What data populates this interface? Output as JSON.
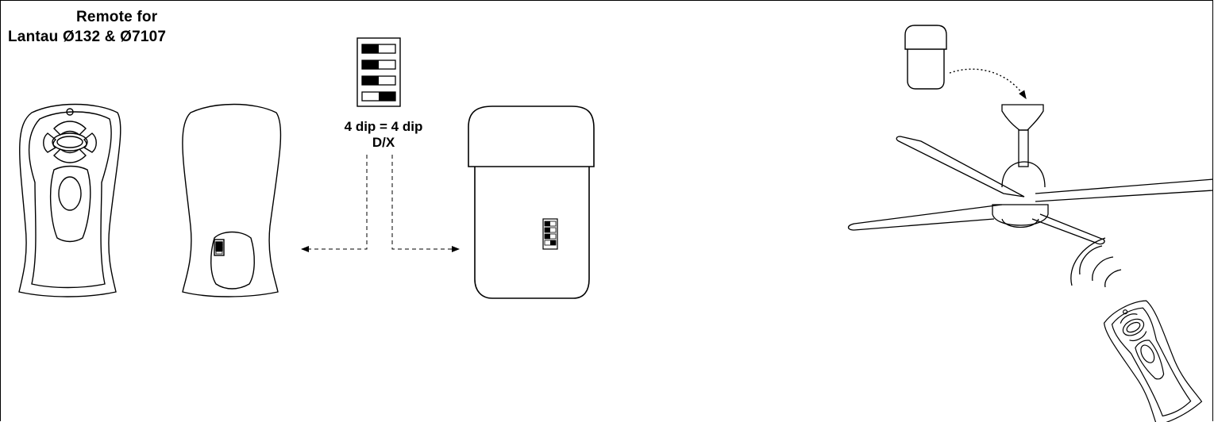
{
  "title": {
    "line1": "Remote for",
    "line2": "Lantau Ø132 & Ø7107"
  },
  "dip_note": {
    "line1": "4 dip = 4 dip",
    "line2": "D/X"
  },
  "dip_switch_positions": [
    "left",
    "left",
    "left",
    "right"
  ],
  "colors": {
    "line": "#000000",
    "fill": "#ffffff"
  }
}
